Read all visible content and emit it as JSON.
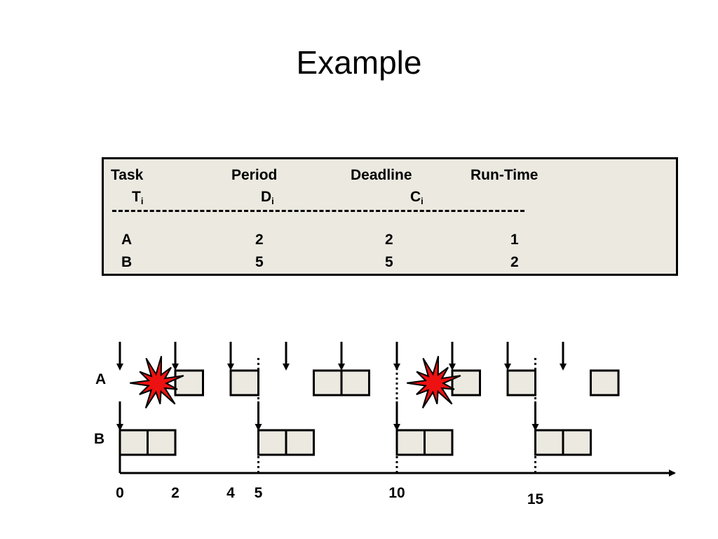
{
  "title": "Example",
  "table": {
    "headers": [
      "Task",
      "Period",
      "Deadline",
      "Run-Time"
    ],
    "symbols": [
      {
        "base": "T",
        "sub": "i"
      },
      {
        "base": "D",
        "sub": "i"
      },
      {
        "base": "C",
        "sub": "i"
      }
    ],
    "rows": [
      {
        "task": "A",
        "period": "2",
        "deadline": "2",
        "runtime": "1"
      },
      {
        "task": "B",
        "period": "5",
        "deadline": "5",
        "runtime": "2"
      }
    ]
  },
  "timeline": {
    "row_labels": {
      "A": "A",
      "B": "B"
    },
    "tick_labels": [
      {
        "t": 0,
        "label": "0"
      },
      {
        "t": 2,
        "label": "2"
      },
      {
        "t": 4,
        "label": "4"
      },
      {
        "t": 5,
        "label": "5"
      },
      {
        "t": 10,
        "label": "10"
      },
      {
        "t": 15,
        "label": "15"
      }
    ],
    "releases_A": [
      0,
      2,
      4,
      6,
      8,
      10,
      12,
      14,
      16
    ],
    "releases_B": [
      0,
      5,
      10,
      15
    ],
    "dotted_markers": [
      5,
      10,
      15
    ],
    "exec_A": [
      [
        2,
        3
      ],
      [
        4,
        5
      ],
      [
        7,
        9
      ],
      [
        12,
        13
      ],
      [
        14,
        15
      ],
      [
        17,
        18
      ]
    ],
    "exec_B": [
      [
        0,
        2
      ],
      [
        5,
        7
      ],
      [
        10,
        12
      ],
      [
        15,
        17
      ]
    ],
    "misses": [
      1.4,
      11.4
    ],
    "colors": {
      "box": "#ebe9e0",
      "miss_fill": "#ee1111",
      "line": "#000000"
    }
  }
}
